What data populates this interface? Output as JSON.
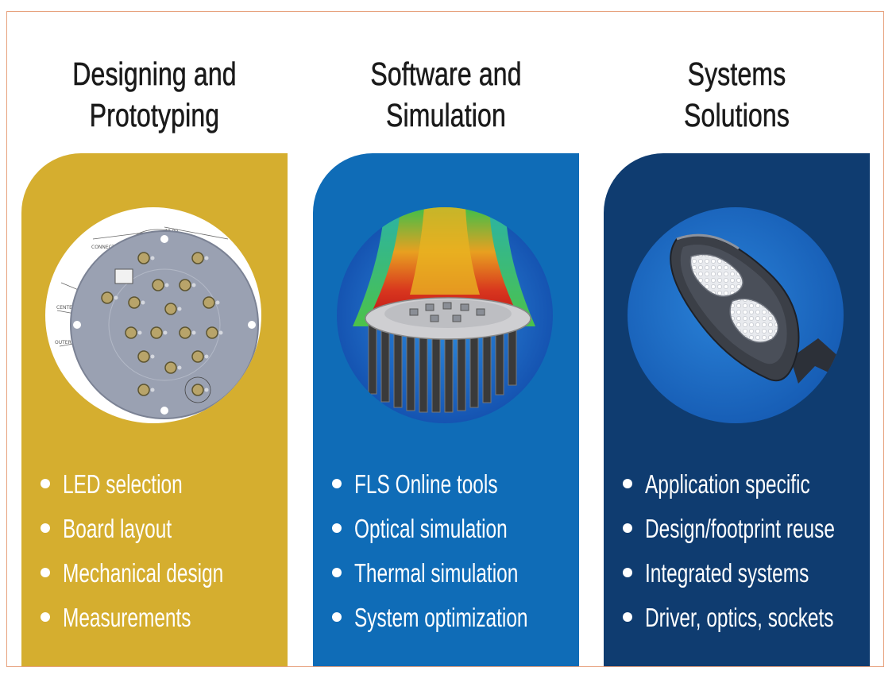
{
  "columns": [
    {
      "title_line1": "Designing and",
      "title_line2": "Prototyping",
      "panel_color": "#d5ae2f",
      "image_icon": "led-board-layout-illustration",
      "bullets": [
        "LED selection",
        "Board layout",
        "Mechanical design",
        "Measurements"
      ]
    },
    {
      "title_line1": "Software and",
      "title_line2": "Simulation",
      "panel_color": "#0f6cb7",
      "image_icon": "thermal-simulation-heatsink-illustration",
      "bullets": [
        "FLS Online tools",
        "Optical simulation",
        "Thermal simulation",
        "System optimization"
      ]
    },
    {
      "title_line1": "Systems",
      "title_line2": "Solutions",
      "panel_color": "#0f3c70",
      "image_icon": "street-light-fixture-illustration",
      "bullets": [
        "Application specific",
        "Design/footprint reuse",
        "Integrated systems",
        "Driver, optics, sockets"
      ]
    }
  ],
  "frame_border_color": "#e7a27e"
}
